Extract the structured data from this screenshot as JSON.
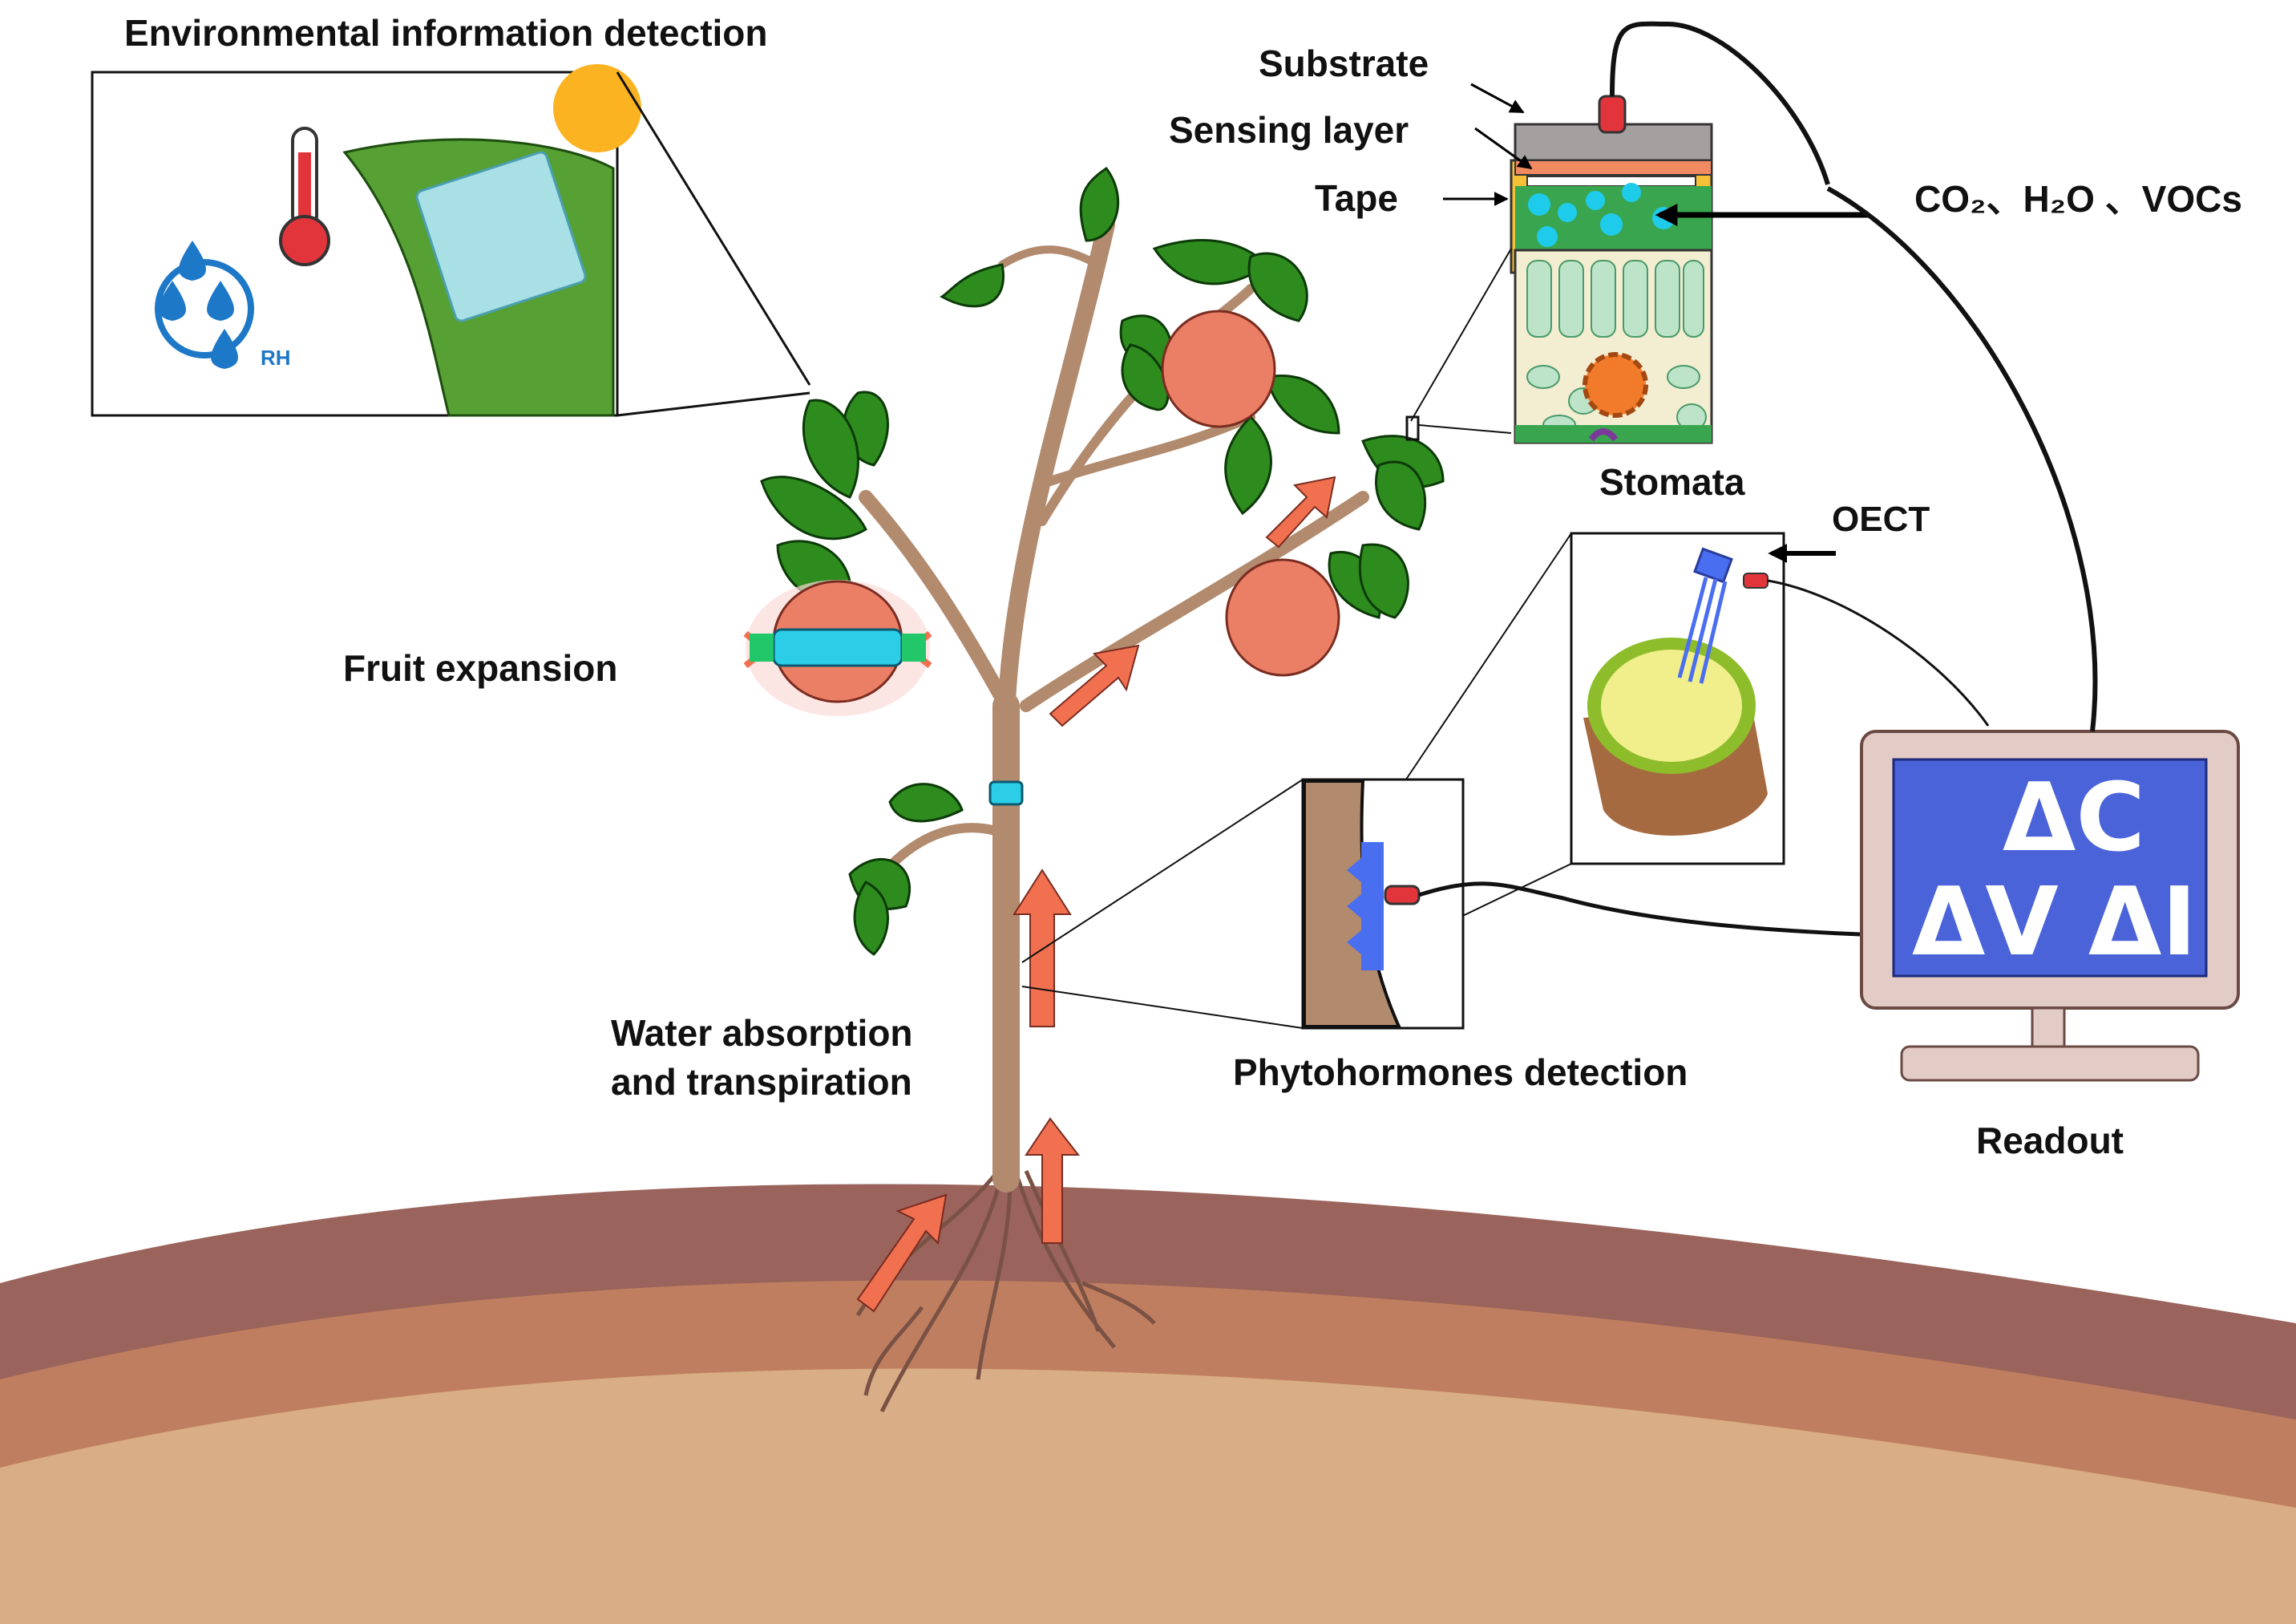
{
  "labels": {
    "env_detection": "Environmental information detection",
    "substrate": "Substrate",
    "sensing_layer": "Sensing layer",
    "tape": "Tape",
    "gases": "CO₂、H₂O 、VOCs",
    "stomata": "Stomata",
    "oect": "OECT",
    "fruit_expansion": "Fruit expansion",
    "water_line1": "Water absorption",
    "water_line2": "and transpiration",
    "phytohormones": "Phytohormones detection",
    "readout": "Readout",
    "rh": "RH"
  },
  "readout_screen": {
    "line1": "ΔC",
    "line2_left": "ΔV",
    "line2_right": "ΔI"
  },
  "colors": {
    "leaf": "#2e8b1e",
    "trunk": "#b28a6e",
    "arrow": "#f0704f",
    "soil_top": "#9a635b",
    "soil_mid": "#bf7e5f",
    "soil_deep": "#d9ad85",
    "sensor_cyan": "#2ccde6",
    "screen_blue": "#4a63d9",
    "monitor_frame": "#e3cbc6",
    "sun": "#fbb321",
    "thermo_red": "#e2343b",
    "drop_blue": "#1e78c8"
  }
}
